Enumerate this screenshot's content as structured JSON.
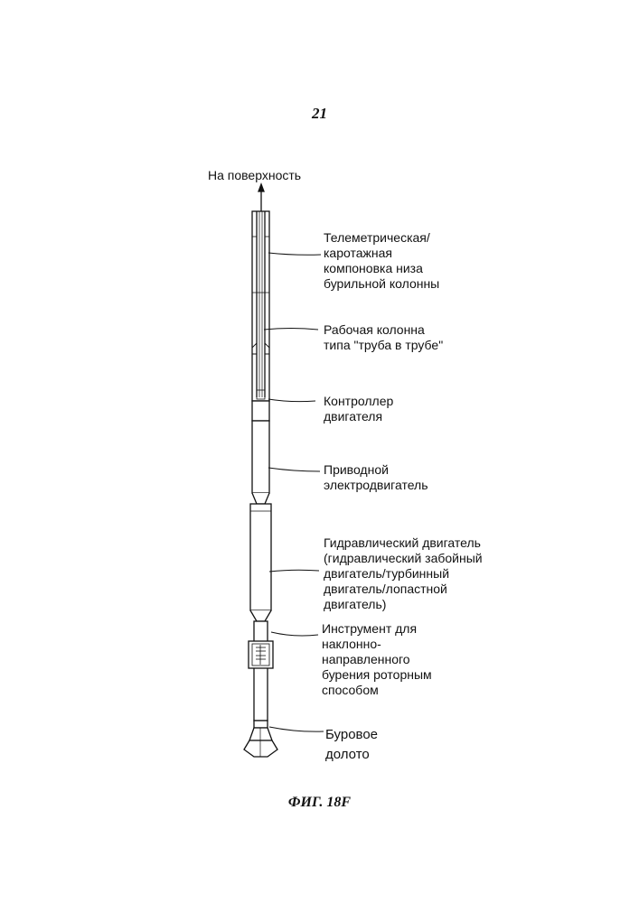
{
  "page": {
    "number": "21",
    "figure_caption": "ФИГ. 18F"
  },
  "diagram": {
    "top_label": "На поверхность",
    "labels": [
      {
        "id": "telemetry",
        "text": "Телеметрическая/\nкаротажная\nкомпоновка низа\nбурильной колонны"
      },
      {
        "id": "work-string",
        "text": "Рабочая колонна\nтипа \"труба в трубе\""
      },
      {
        "id": "motor-controller",
        "text": "Контроллер\nдвигателя"
      },
      {
        "id": "electric-motor",
        "text": "Приводной\nэлектродвигатель"
      },
      {
        "id": "hydraulic-motor",
        "text": "Гидравлический двигатель\n(гидравлический забойный\nдвигатель/турбинный\nдвигатель/лопастной\nдвигатель)"
      },
      {
        "id": "rotary-steerable",
        "text": "Инструмент для\nнаклонно-\nнаправленного\nбурения роторным\nспособом"
      },
      {
        "id": "drill-bit",
        "text": "Буровое\nдолото"
      }
    ]
  }
}
